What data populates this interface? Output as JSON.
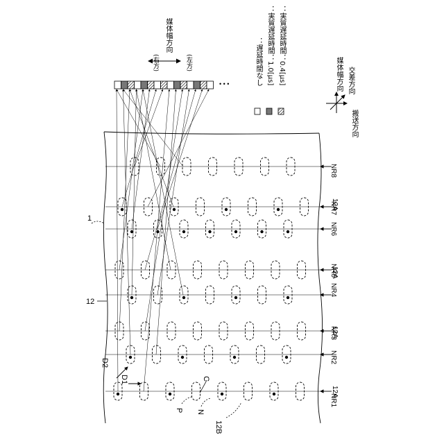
{
  "legend": {
    "items": [
      {
        "text": "：遅延時間なし",
        "fill": "none"
      },
      {
        "text": "：実質遅延時間：1.0[μs]",
        "fill": "gray"
      },
      {
        "text": "：実質遅延時間：0.4[μs]",
        "fill": "hatch"
      }
    ]
  },
  "direction_labels": {
    "right": "(右方)",
    "left": "(左方)",
    "width_direction": "媒体幅方向"
  },
  "axes": {
    "width_direction": "媒体幅方向",
    "cross_direction": "交差方向",
    "transport_direction": "搬送方向"
  },
  "labels": {
    "ref_1": "1",
    "ref_12": "12",
    "ref_12b": "12B",
    "d1": "D1",
    "d2": "D2",
    "p": "P",
    "n": "N",
    "c": "C",
    "ellipsis": "• • •",
    "rows": [
      "NR1",
      "NR2",
      "NR3",
      "NR4",
      "NR5",
      "NR6",
      "NR7",
      "NR8"
    ],
    "row_12a": "12A"
  },
  "colors": {
    "line": "#000000",
    "gray_fill": "#777777"
  }
}
